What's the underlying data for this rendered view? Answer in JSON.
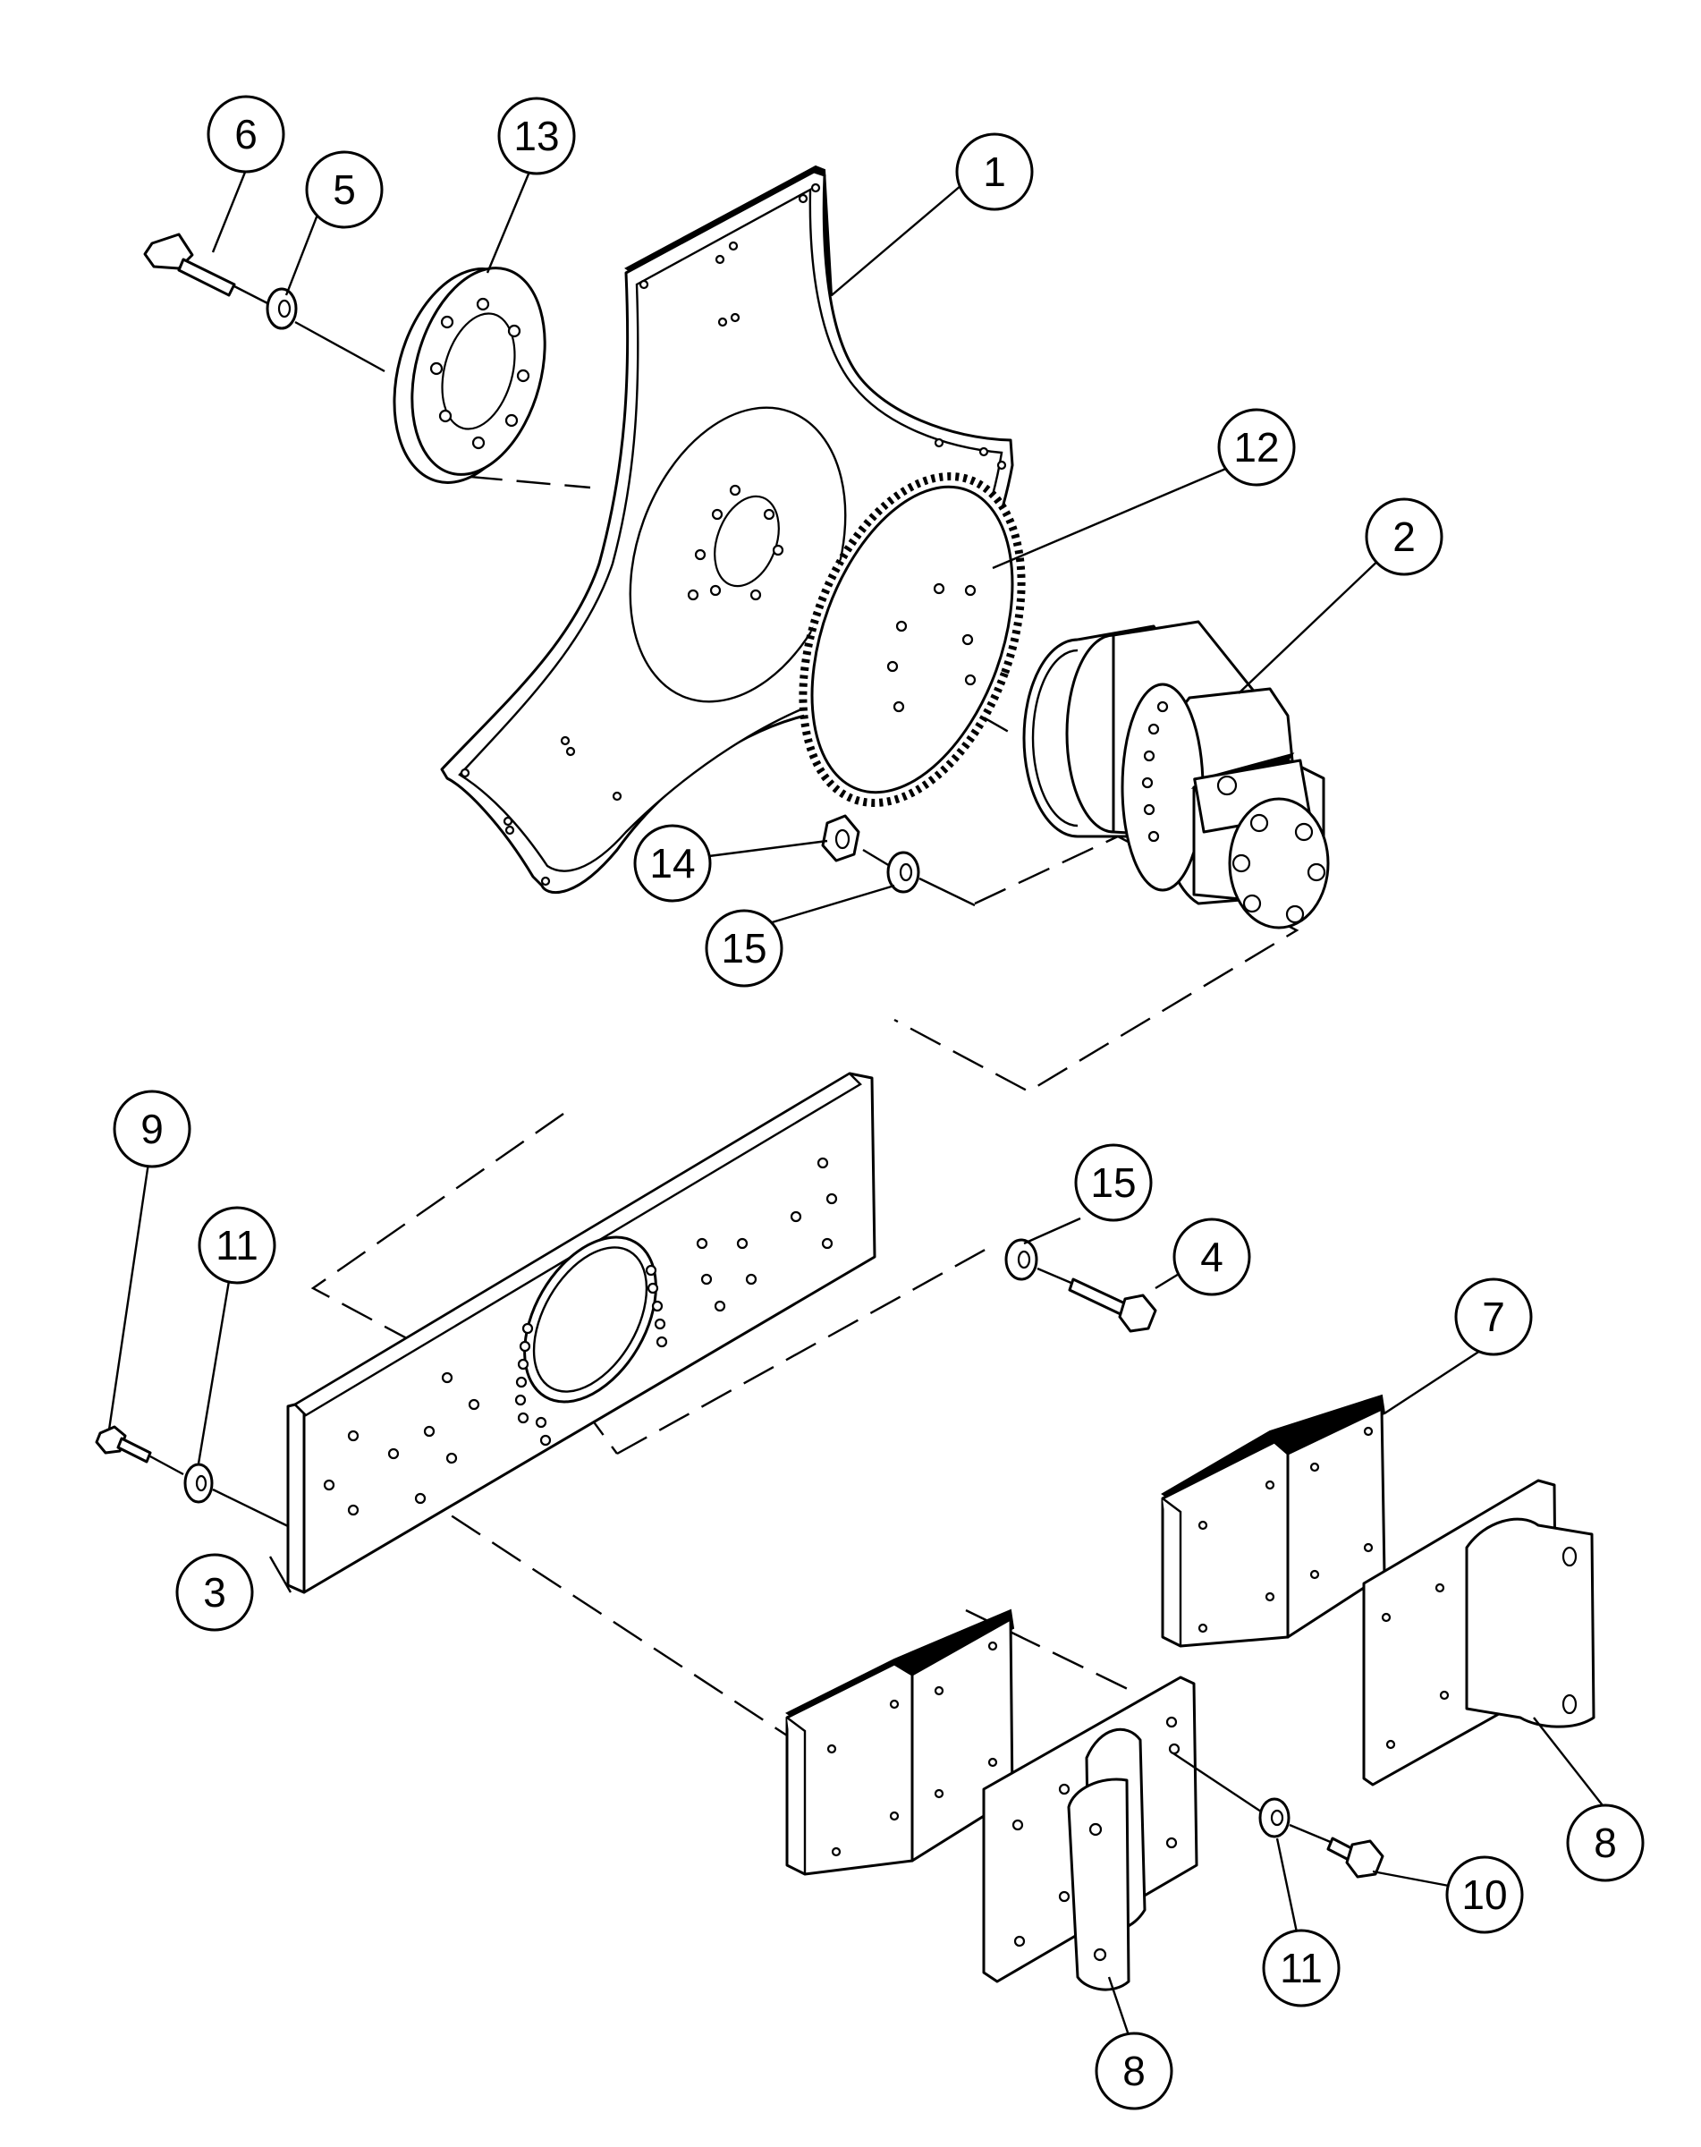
{
  "callouts": [
    {
      "id": "1",
      "label": "1"
    },
    {
      "id": "2",
      "label": "2"
    },
    {
      "id": "3",
      "label": "3"
    },
    {
      "id": "4",
      "label": "4"
    },
    {
      "id": "5",
      "label": "5"
    },
    {
      "id": "6",
      "label": "6"
    },
    {
      "id": "7",
      "label": "7"
    },
    {
      "id": "8a",
      "label": "8"
    },
    {
      "id": "8b",
      "label": "8"
    },
    {
      "id": "9",
      "label": "9"
    },
    {
      "id": "10",
      "label": "10"
    },
    {
      "id": "11a",
      "label": "11"
    },
    {
      "id": "11b",
      "label": "11"
    },
    {
      "id": "12",
      "label": "12"
    },
    {
      "id": "13",
      "label": "13"
    },
    {
      "id": "14",
      "label": "14"
    },
    {
      "id": "15a",
      "label": "15"
    },
    {
      "id": "15b",
      "label": "15"
    }
  ]
}
